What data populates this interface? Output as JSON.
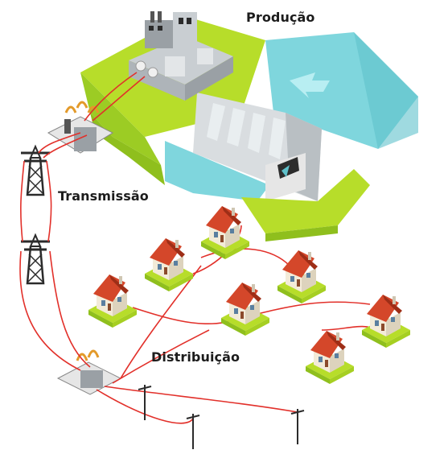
{
  "labels": {
    "production": "Produção",
    "transmission": "Transmissão",
    "distribution": "Distribuição"
  },
  "colors": {
    "grass": "#b7dd2a",
    "grass_dark": "#8fbf1d",
    "water": "#7fd6dd",
    "water_dark": "#5fc1cb",
    "concrete": "#d9dde0",
    "roof": "#d4472a",
    "wall": "#f3ebd8",
    "cable": "#e2302a",
    "tower": "#2b2b2b"
  }
}
